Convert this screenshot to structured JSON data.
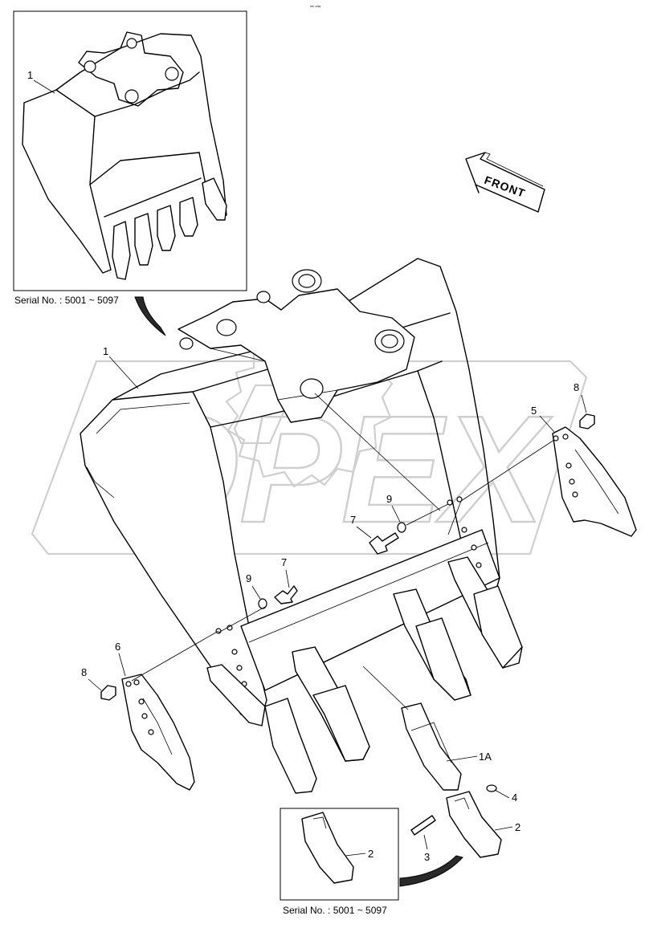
{
  "header": {
    "tiny_mark": "ᵐˢ ⁿᵒˢᵉ"
  },
  "watermark": {
    "text": "OPEX"
  },
  "front_arrow": {
    "label": "FRONT"
  },
  "inset_top": {
    "serial": "Serial No. : 5001 ~ 5097",
    "callout": "1"
  },
  "inset_bottom": {
    "serial": "Serial No. : 5001 ~ 5097",
    "callout": "2"
  },
  "callouts": {
    "bucket": "1",
    "tooth_1a": "1A",
    "tip": "2",
    "pin": "3",
    "lock": "4",
    "cutter_right": "5",
    "cutter_left": "6",
    "bolt_a": "7",
    "bolt_b": "7",
    "nut_right": "8",
    "nut_left": "8",
    "washer_a": "9",
    "washer_b": "9"
  }
}
